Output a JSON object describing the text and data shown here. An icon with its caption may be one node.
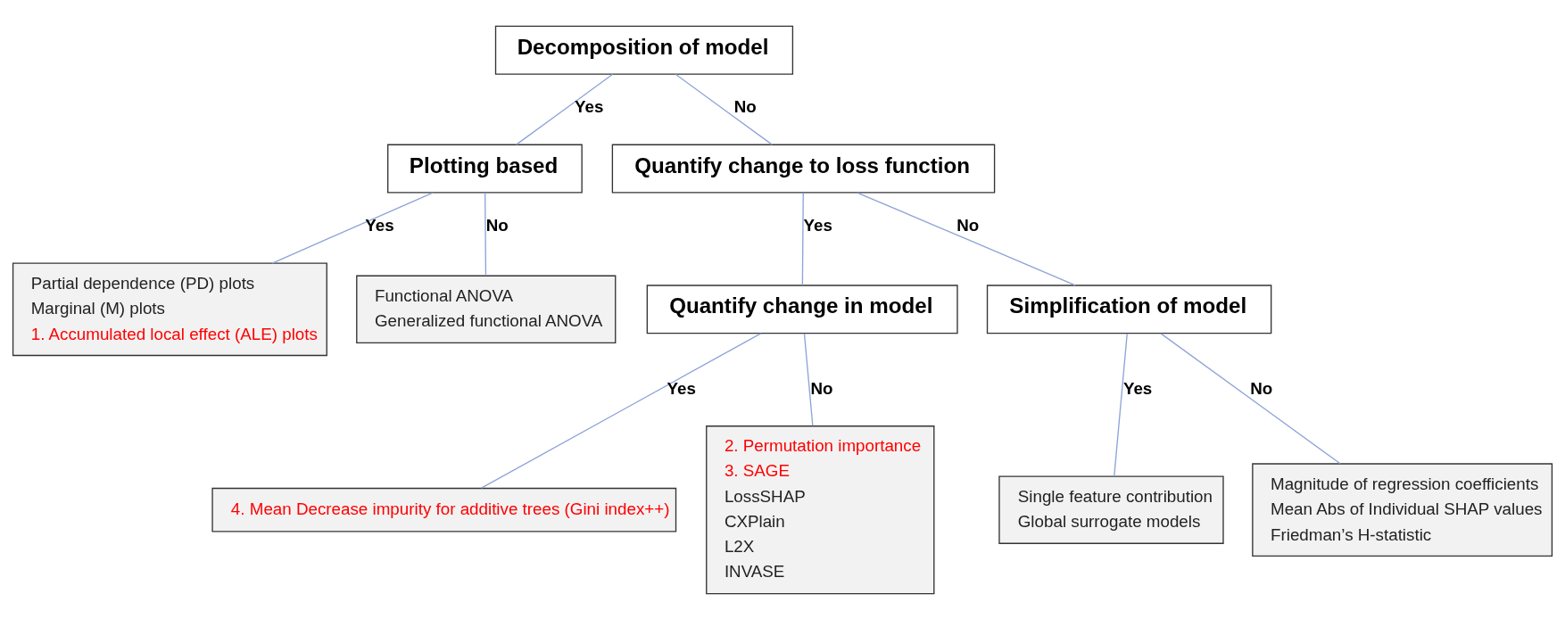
{
  "diagram": {
    "nodes": [
      {
        "text": [
          "Decomposition of model"
        ]
      },
      {
        "text": [
          "Plotting based"
        ]
      },
      {
        "text": [
          "Quantify change to loss function"
        ]
      },
      {
        "text": [
          "Partial dependence (PD) plots",
          "Marginal (M) plots",
          "1. Accumulated local effect (ALE) plots"
        ]
      },
      {
        "text": [
          "Functional ANOVA",
          "Generalized functional ANOVA"
        ]
      },
      {
        "text": [
          "Quantify change in model"
        ]
      },
      {
        "text": [
          "Simplification of model"
        ]
      },
      {
        "text": [
          "4. Mean Decrease impurity for additive trees (Gini index++)"
        ]
      },
      {
        "text": [
          "2. Permutation importance",
          "3. SAGE",
          "LossSHAP",
          "CXPlain",
          "L2X",
          "INVASE"
        ]
      },
      {
        "text": [
          "Single feature contribution",
          "Global surrogate models"
        ]
      },
      {
        "text": [
          "Magnitude of regression coefficients",
          "Mean Abs of Individual SHAP values",
          "Friedman’s H-statistic"
        ]
      }
    ],
    "edges": [
      {
        "from": 0,
        "to": 1,
        "arrow": "none",
        "label": "Yes"
      },
      {
        "from": 0,
        "to": 2,
        "arrow": "none",
        "label": "No"
      },
      {
        "from": 1,
        "to": 3,
        "arrow": "none",
        "label": "Yes"
      },
      {
        "from": 1,
        "to": 4,
        "arrow": "none",
        "label": "No"
      },
      {
        "from": 2,
        "to": 5,
        "arrow": "none",
        "label": "Yes"
      },
      {
        "from": 2,
        "to": 6,
        "arrow": "none",
        "label": "No"
      },
      {
        "from": 5,
        "to": 7,
        "arrow": "none",
        "label": "Yes"
      },
      {
        "from": 5,
        "to": 8,
        "arrow": "none",
        "label": "No"
      },
      {
        "from": 6,
        "to": 9,
        "arrow": "none",
        "label": "Yes"
      },
      {
        "from": 6,
        "to": 10,
        "arrow": "none",
        "label": "No"
      }
    ]
  }
}
